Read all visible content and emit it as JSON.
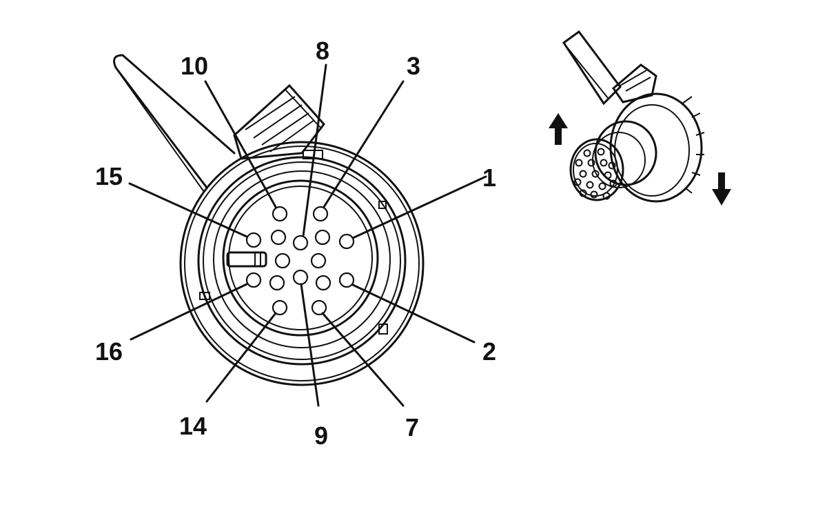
{
  "diagram": {
    "pin_labels": [
      {
        "id": "10",
        "text": "10"
      },
      {
        "id": "8",
        "text": "8"
      },
      {
        "id": "3",
        "text": "3"
      },
      {
        "id": "1",
        "text": "1"
      },
      {
        "id": "15",
        "text": "15"
      },
      {
        "id": "16",
        "text": "16"
      },
      {
        "id": "2",
        "text": "2"
      },
      {
        "id": "14",
        "text": "14"
      },
      {
        "id": "9",
        "text": "9"
      },
      {
        "id": "7",
        "text": "7"
      }
    ],
    "pin_count": 16,
    "line_color": "#111111",
    "background": "#ffffff"
  }
}
